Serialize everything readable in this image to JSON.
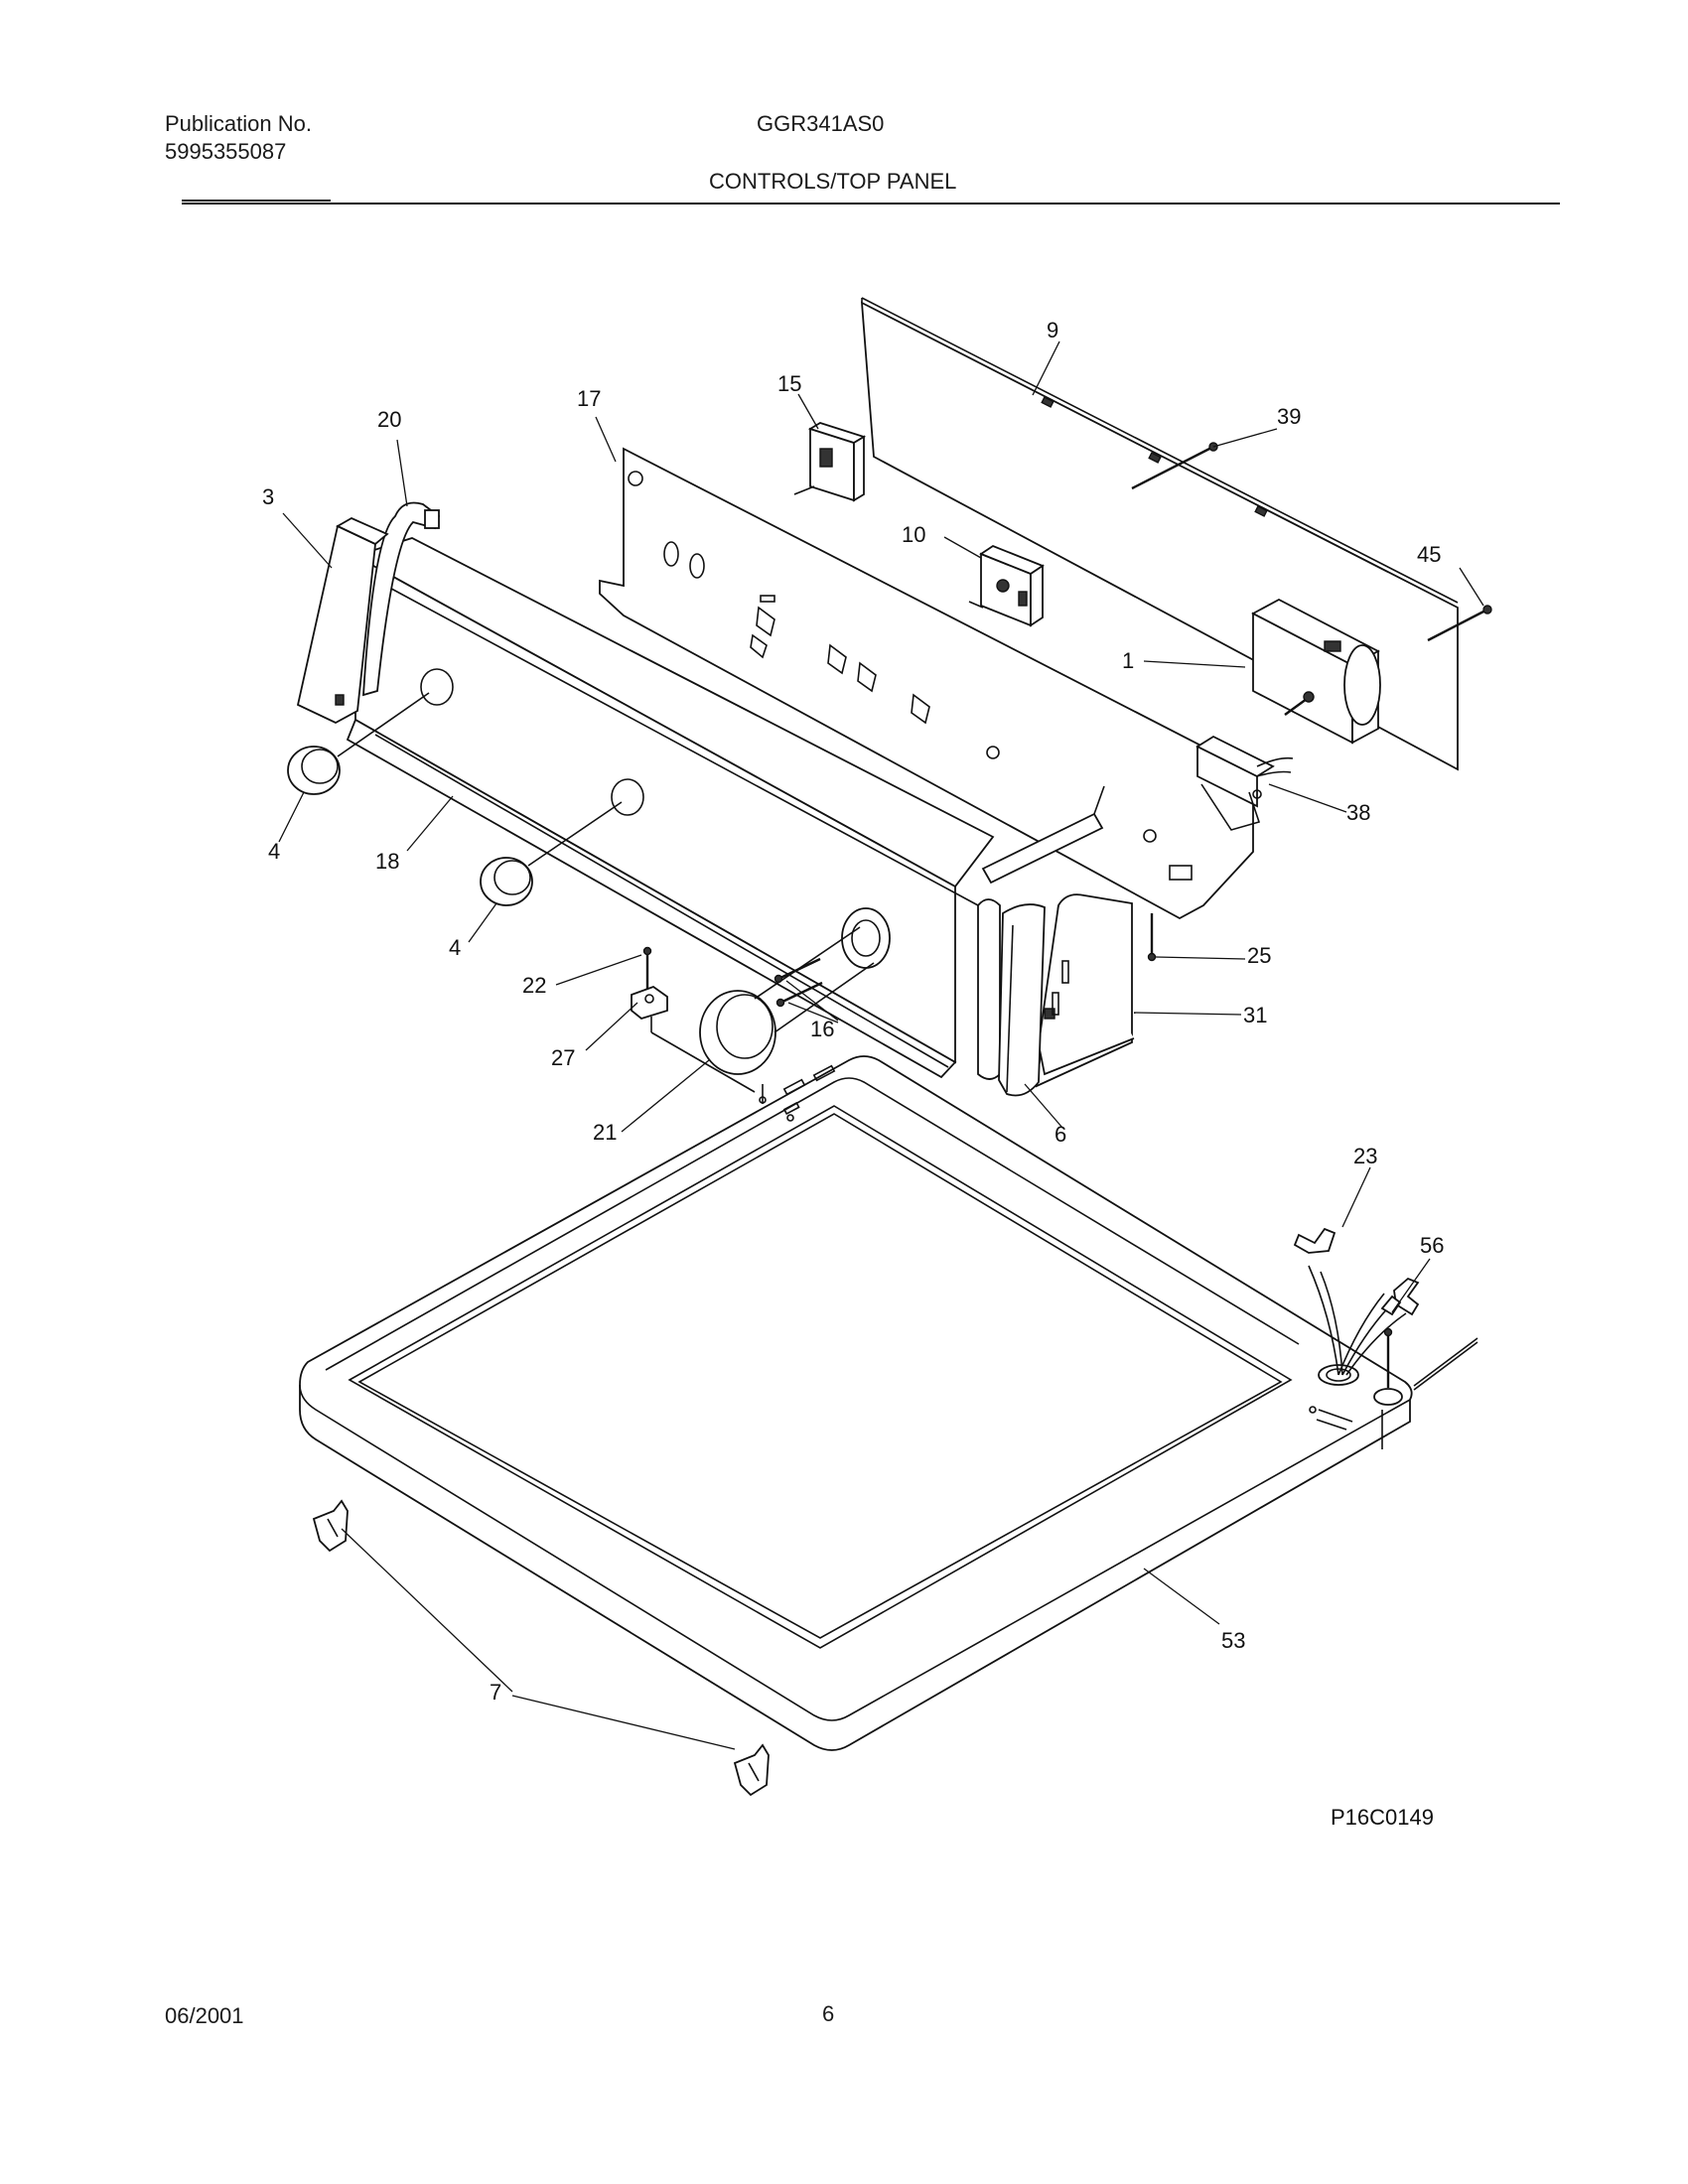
{
  "header": {
    "publication_label": "Publication No.",
    "publication_number": "5995355087",
    "model": "GGR341AS0",
    "section_title": "CONTROLS/TOP PANEL"
  },
  "figure": {
    "code": "P16C0149",
    "callouts": [
      "9",
      "15",
      "17",
      "20",
      "39",
      "3",
      "10",
      "45",
      "1",
      "38",
      "4",
      "18",
      "4",
      "25",
      "22",
      "16",
      "27",
      "31",
      "21",
      "6",
      "23",
      "56",
      "53",
      "7"
    ]
  },
  "footer": {
    "date": "06/2001",
    "page": "6"
  }
}
